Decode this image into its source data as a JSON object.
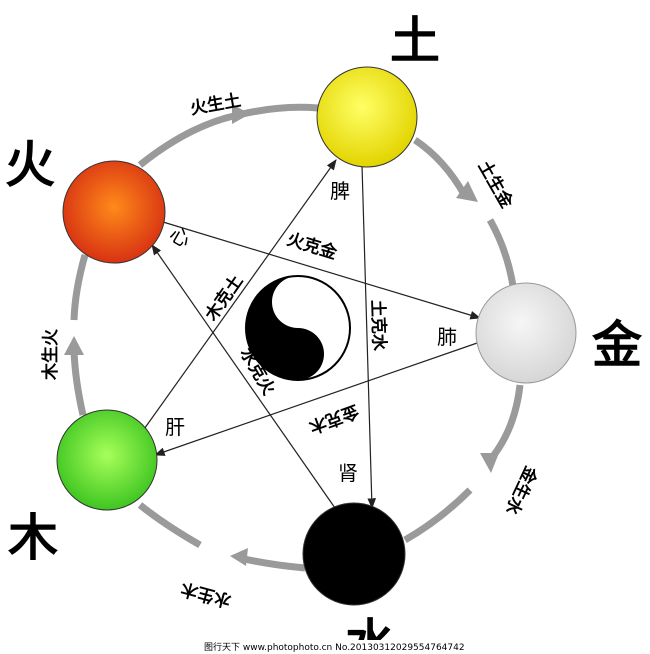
{
  "elements": {
    "earth": "土",
    "metal": "金",
    "water": "水",
    "wood": "木",
    "fire": "火"
  },
  "generating": {
    "fire_earth": "火生土",
    "earth_metal": "土生金",
    "metal_water": "金生水",
    "water_wood": "水生木",
    "wood_fire": "木生火"
  },
  "controlling": {
    "fire_metal": "火克金",
    "earth_water": "土克水",
    "metal_wood": "金克木",
    "water_fire": "水克火",
    "wood_earth": "木克土"
  },
  "organs": {
    "spleen": "脾",
    "lung": "肺",
    "kidney": "肾",
    "liver": "肝",
    "heart": "心"
  },
  "colors": {
    "earth": "#f5e800",
    "metal": "#e6e6e6",
    "water": "#000000",
    "wood": "#55d926",
    "fire": "#e8441a",
    "cycle_arrow": "#9a9a9a"
  },
  "watermark": "图行天下 www.photophoto.cn No.20130312029554764742"
}
